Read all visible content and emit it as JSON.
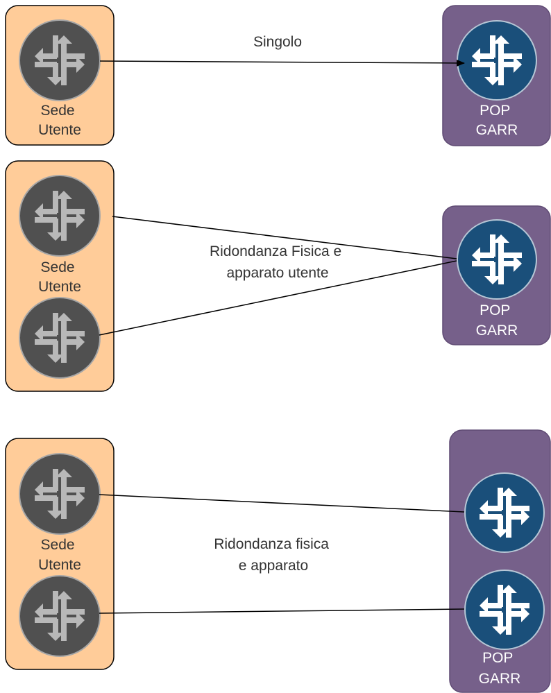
{
  "colors": {
    "user_site_fill": "#ffcc99",
    "pop_fill": "#76608a",
    "user_router": "#505050",
    "pop_router": "#1a4f7a",
    "link": "#000000"
  },
  "icons": {
    "user_router": "router-icon",
    "pop_router": "router-icon"
  },
  "scenarios": [
    {
      "link_label_lines": [
        "Singolo"
      ],
      "user_site_lines": [
        "Sede",
        "Utente"
      ],
      "pop_lines": [
        "POP",
        "GARR"
      ]
    },
    {
      "link_label_lines": [
        "Ridondanza Fisica e",
        "apparato utente"
      ],
      "user_site_lines": [
        "Sede",
        "Utente"
      ],
      "pop_lines": [
        "POP",
        "GARR"
      ]
    },
    {
      "link_label_lines": [
        "Ridondanza fisica",
        "e apparato"
      ],
      "user_site_lines": [
        "Sede",
        "Utente"
      ],
      "pop_lines": [
        "POP",
        "GARR"
      ]
    }
  ]
}
